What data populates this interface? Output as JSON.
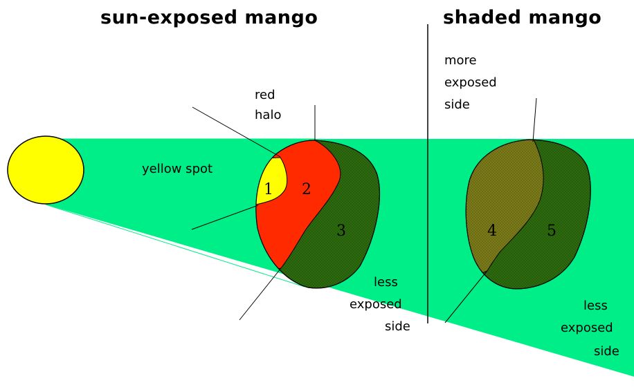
{
  "titles": {
    "left": "sun-exposed mango",
    "right": "shaded mango"
  },
  "labels": {
    "red_halo": [
      "red",
      "halo"
    ],
    "yellow_spot": "yellow spot",
    "more_exposed_side": [
      "more",
      "exposed",
      "side"
    ],
    "less_exposed_side_left": [
      "less",
      "exposed",
      "side"
    ],
    "less_exposed_side_right": [
      "less",
      "exposed",
      "side"
    ]
  },
  "regions": [
    "1",
    "2",
    "3",
    "4",
    "5"
  ],
  "colors": {
    "sun": "#ffff00",
    "shadow_beam": "#00ee88",
    "red_region": "#ff2a00",
    "dark_green": "#2e6b0e",
    "olive": "#7a7a1a",
    "yellow_region": "#ffff00"
  }
}
